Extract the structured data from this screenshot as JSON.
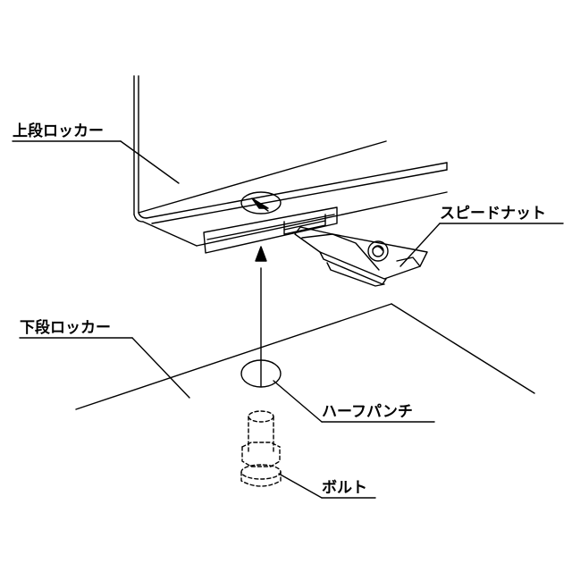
{
  "labels": {
    "upper_locker": "上段ロッカー",
    "speed_nut": "スピードナット",
    "lower_locker": "下段ロッカー",
    "half_punch": "ハーフパンチ",
    "bolt": "ボルト"
  },
  "colors": {
    "line": "#000000",
    "background": "#ffffff"
  }
}
